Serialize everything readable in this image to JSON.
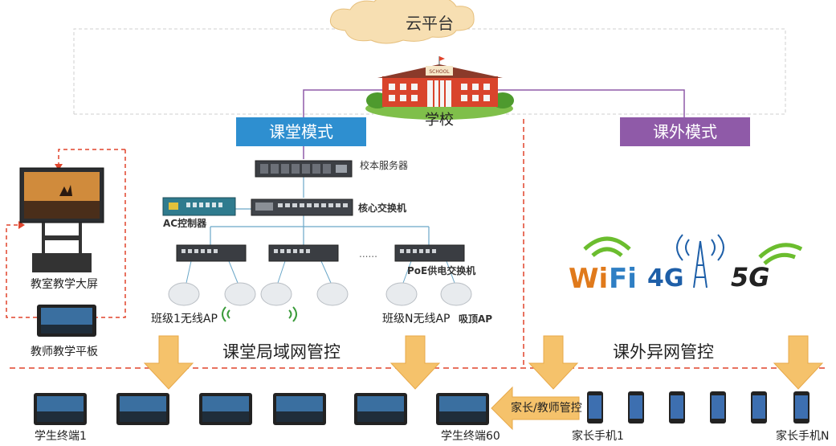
{
  "cloud": {
    "label": "云平台"
  },
  "school": {
    "label": "学校",
    "sign": "SCHOOL"
  },
  "modes": {
    "in_class": {
      "label": "课堂模式",
      "color": "#2e8fd0"
    },
    "after_class": {
      "label": "课外模式",
      "color": "#8f5aa8"
    }
  },
  "devices": {
    "server": "校本服务器",
    "core_switch": "核心交换机",
    "ac_controller": "AC控制器",
    "poe_switch": "PoE供电交换机",
    "ap_class1": "班级1无线AP",
    "ap_classN": "班级N无线AP",
    "ceiling_ap": "吸顶AP",
    "classroom_screen": "教室教学大屏",
    "teacher_tablet": "教师教学平板",
    "ellipsis": "......"
  },
  "zones": {
    "lan_control": "课堂局域网管控",
    "remote_control": "课外异网管控",
    "parent_teacher_control": "家长/教师管控"
  },
  "terminals": {
    "student_first": "学生终端1",
    "student_last": "学生终端60",
    "parent_first": "家长手机1",
    "parent_last": "家长手机N"
  },
  "wireless": {
    "wifi": "WiFi",
    "g4": "4G",
    "g5": "5G"
  },
  "colors": {
    "dashed_red": "#e0442c",
    "arrow_orange": "#f5c26b",
    "line_purple": "#8f5aa8"
  }
}
